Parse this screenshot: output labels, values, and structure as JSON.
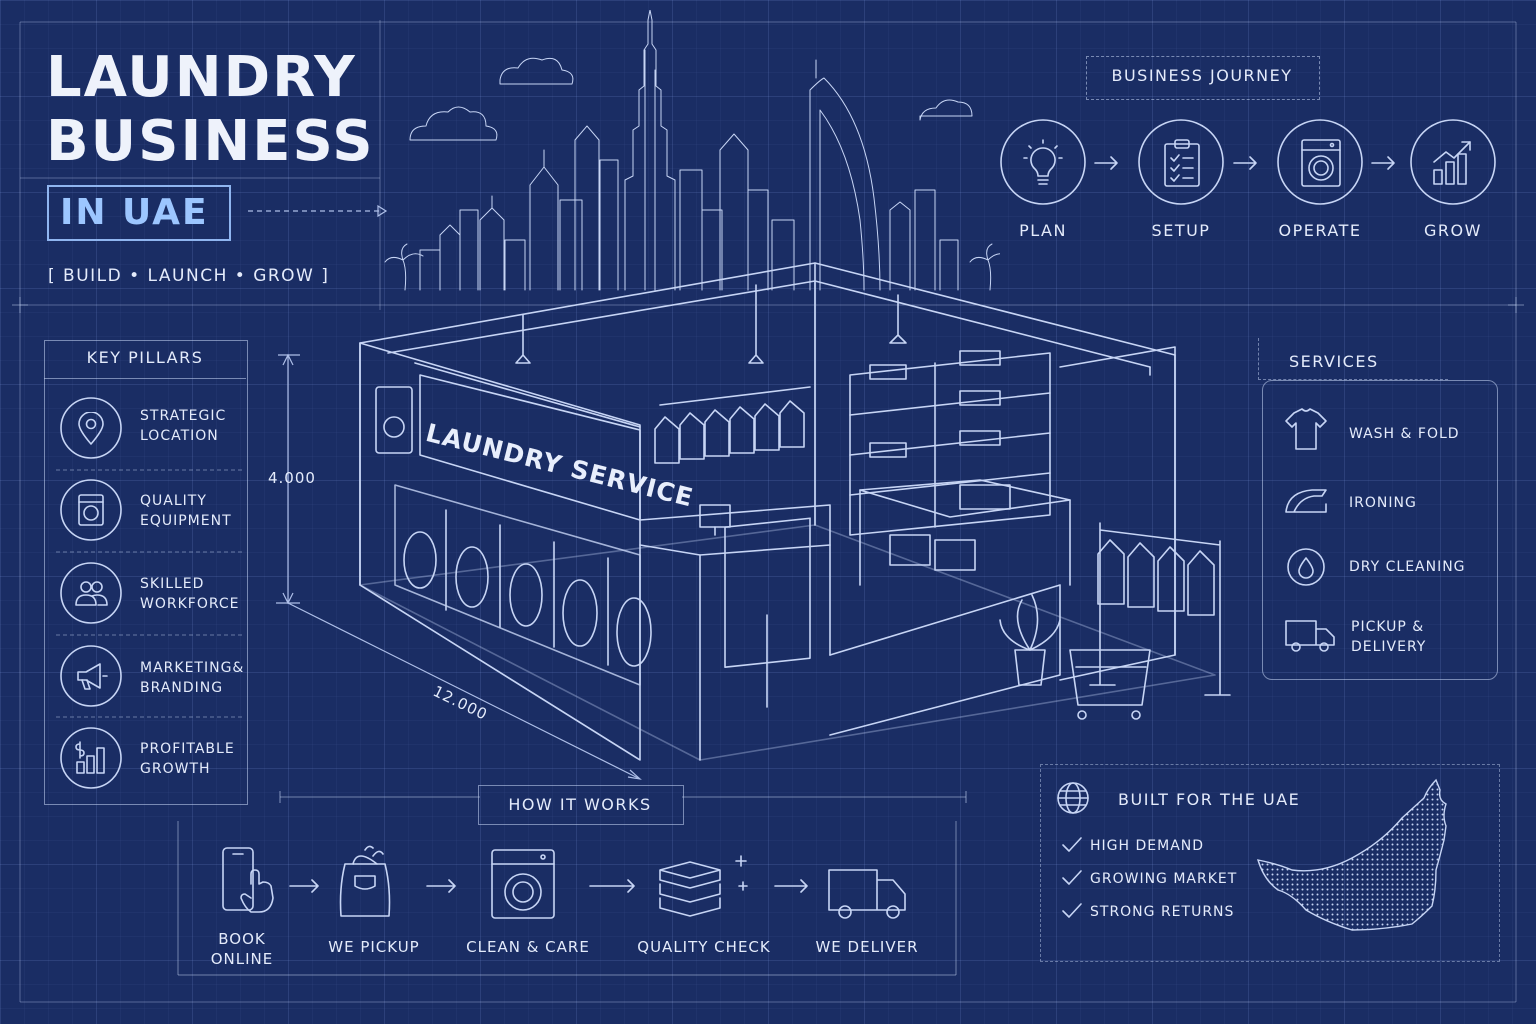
{
  "title": {
    "line1": "LAUNDRY",
    "line2": "BUSINESS",
    "subtitle": "IN UAE",
    "tagline": "[ BUILD • LAUNCH • GROW ]"
  },
  "journey": {
    "heading": "BUSINESS JOURNEY",
    "steps": [
      {
        "label": "PLAN",
        "icon": "lightbulb-icon"
      },
      {
        "label": "SETUP",
        "icon": "clipboard-icon"
      },
      {
        "label": "OPERATE",
        "icon": "washing-machine-icon"
      },
      {
        "label": "GROW",
        "icon": "growth-chart-icon"
      }
    ]
  },
  "pillars": {
    "heading": "KEY PILLARS",
    "items": [
      {
        "line1": "STRATEGIC",
        "line2": "LOCATION",
        "icon": "location-pin-icon"
      },
      {
        "line1": "QUALITY",
        "line2": "EQUIPMENT",
        "icon": "washing-machine-icon"
      },
      {
        "line1": "SKILLED",
        "line2": "WORKFORCE",
        "icon": "people-icon"
      },
      {
        "line1": "MARKETING&",
        "line2": "BRANDING",
        "icon": "megaphone-icon"
      },
      {
        "line1": "PROFITABLE",
        "line2": "GROWTH",
        "icon": "profit-chart-icon"
      }
    ]
  },
  "services": {
    "heading": "SERVICES",
    "items": [
      {
        "line1": "WASH & FOLD",
        "line2": "",
        "icon": "tshirt-icon"
      },
      {
        "line1": "IRONING",
        "line2": "",
        "icon": "iron-icon"
      },
      {
        "line1": "DRY CLEANING",
        "line2": "",
        "icon": "droplet-icon"
      },
      {
        "line1": "PICKUP &",
        "line2": "DELIVERY",
        "icon": "truck-icon"
      }
    ]
  },
  "store": {
    "sign": "LAUNDRY SERVICE",
    "height_dim": "4.000",
    "width_dim": "12.000"
  },
  "how_it_works": {
    "heading": "HOW IT WORKS",
    "steps": [
      {
        "line1": "BOOK",
        "line2": "ONLINE",
        "icon": "phone-tap-icon"
      },
      {
        "line1": "WE PICKUP",
        "line2": "",
        "icon": "laundry-bag-icon"
      },
      {
        "line1": "CLEAN & CARE",
        "line2": "",
        "icon": "washing-machine-icon"
      },
      {
        "line1": "QUALITY CHECK",
        "line2": "",
        "icon": "folded-clothes-icon"
      },
      {
        "line1": "WE DELIVER",
        "line2": "",
        "icon": "delivery-truck-icon"
      }
    ]
  },
  "uae": {
    "heading": "BUILT FOR THE UAE",
    "checks": [
      "HIGH DEMAND",
      "GROWING MARKET",
      "STRONG RETURNS"
    ]
  }
}
